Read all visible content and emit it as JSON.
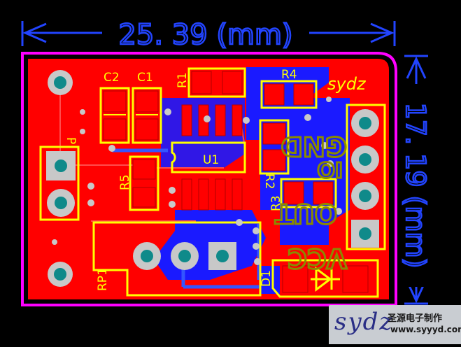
{
  "dimensions": {
    "width_label": "25. 39 (mm)",
    "height_label": "17. 19 (mm)"
  },
  "labels": {
    "c2": "C2",
    "c1": "C1",
    "r1": "R1",
    "r4": "R4",
    "brand": "sydz",
    "p": "P",
    "u1": "U1",
    "r5": "R5",
    "r2": "R2",
    "r3": "R3",
    "rp1": "RP1",
    "d1": "D1"
  },
  "connector_labels": {
    "gnd": "GND",
    "io": "IO",
    "out": "OUT",
    "vcc": "VCC"
  },
  "footer": {
    "logo": "sydz",
    "company": "圣源电子制作",
    "url": "www.syyyd.com"
  },
  "colors": {
    "copper_top": "#ff0000",
    "copper_bottom": "#1a1aff",
    "silkscreen": "#ffff00",
    "outline": "#ff00ff",
    "dimension": "#2244ff",
    "pad_hole": "#0f8a8a",
    "bottom_silk": "#8a8a00"
  }
}
